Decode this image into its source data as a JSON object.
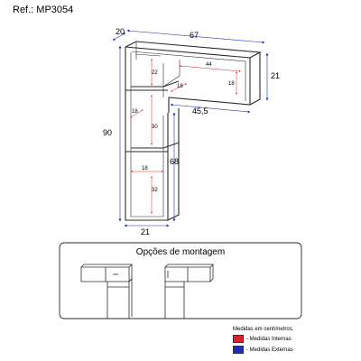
{
  "header": {
    "reference": "Ref.: MP3054"
  },
  "external_dims": {
    "depth": "20",
    "width": "67",
    "top_height": "21",
    "total_height": "90",
    "lower_height": "68",
    "arm_width": "45,5",
    "tower_width": "21"
  },
  "internal_dims": {
    "shelf_width": "44",
    "shelf_height": "18",
    "shelf_depth": "18",
    "tower_top": "22",
    "tower_mid_depth": "18",
    "tower_mid": "30",
    "tower_low_depth": "18",
    "tower_bottom": "32"
  },
  "options": {
    "title": "Opções de montagem"
  },
  "legend": {
    "title": "Medidas em centímetros.",
    "internal_label": "- Medidas Internas",
    "external_label": "- Medidas Externas",
    "internal_color": "#e0202a",
    "external_color": "#1f2fae"
  },
  "colors": {
    "outline": "#2b2b2b",
    "dimension": "#1f2fae",
    "internal": "#e0202a"
  }
}
